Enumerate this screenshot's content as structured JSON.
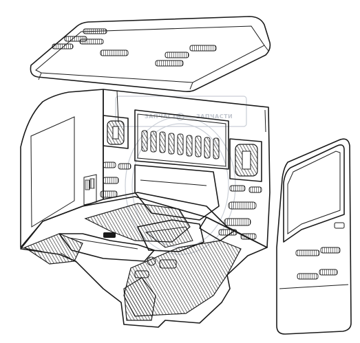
{
  "watermark": {
    "left_word": "ЗАПЧАСТИ",
    "right_word": "ЗАПЧАСТИ",
    "color": "#c2c7cf"
  },
  "parts": [
    {
      "name": "roof-panel"
    },
    {
      "name": "cab-rear-wall"
    },
    {
      "name": "cab-left-side-wall"
    },
    {
      "name": "cab-floor-mat"
    },
    {
      "name": "right-door-panel"
    }
  ],
  "ink_color": "#1a1a1a"
}
